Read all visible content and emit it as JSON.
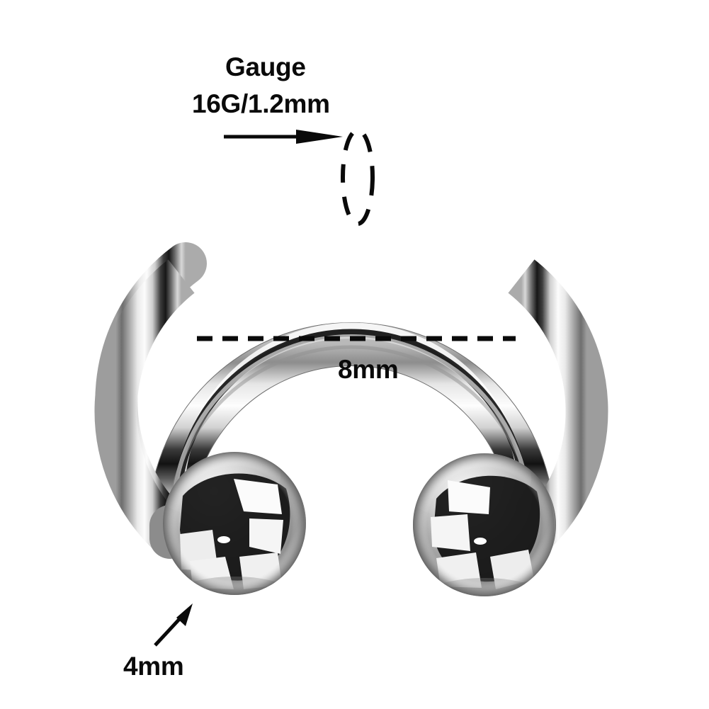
{
  "product": {
    "type": "circular-barbell-horseshoe-ring",
    "material_finish": "polished-stainless-steel",
    "colors": {
      "metal_light": "#f2f2f2",
      "metal_mid": "#9a9a9a",
      "metal_dark": "#1a1a1a",
      "background": "#ffffff",
      "annotation": "#0a0a0a"
    }
  },
  "annotations": {
    "gauge_title": "Gauge",
    "gauge_value": "16G/1.2mm",
    "inner_diameter": "8mm",
    "ball_size": "4mm"
  },
  "measurements": {
    "gauge_label": "Gauge",
    "gauge": "16G/1.2mm",
    "diameter": "8mm",
    "ball_diameter": "4mm"
  },
  "markers": {
    "gauge_arrow": "arrow-right",
    "gauge_cross_section": "dashed-ellipse",
    "diameter_line": "dashed-horizontal-line",
    "ball_arrow": "arrow-up-right"
  }
}
